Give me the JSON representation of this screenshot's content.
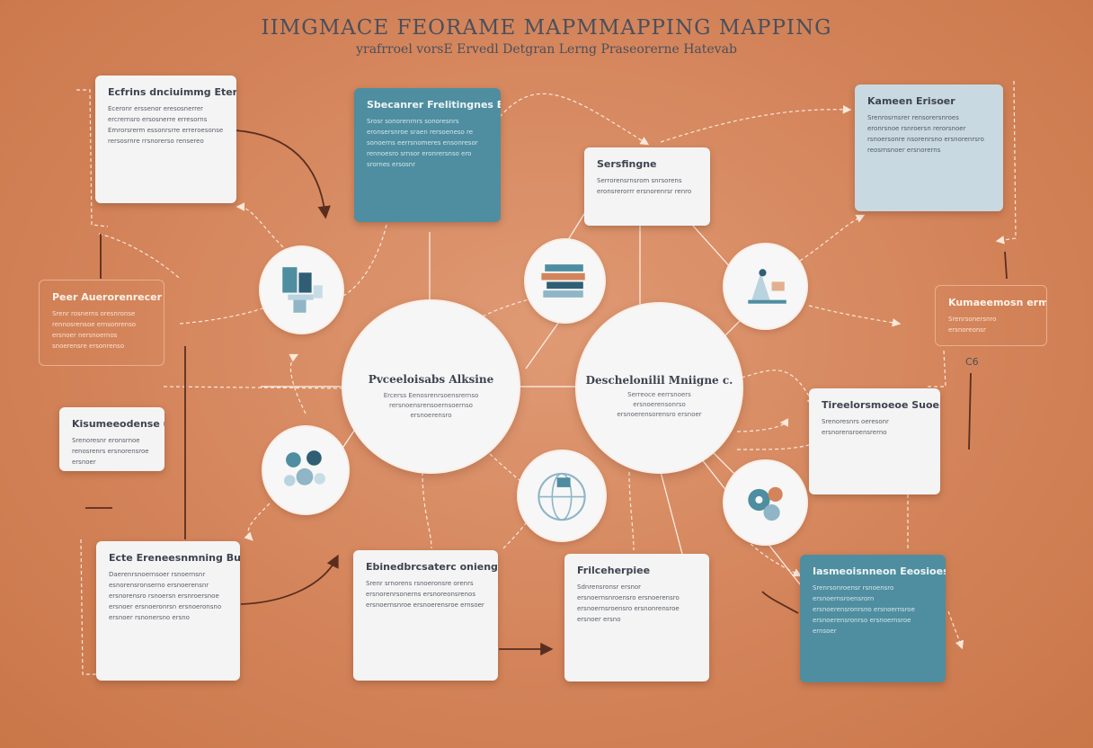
{
  "title": "IIMGMACE FEORAME MAPMMAPPING MAPPING",
  "subtitle": "yrafrroel vorsE Ervedl Detgran Lerng Praseorerne Hatevab",
  "cards": [
    {
      "id": "c1",
      "title": "Ecfrins dnciuimmg Eterg",
      "text": "Eceronr erssenor eresosnerrer ercrernsro ersosnerre erresorns Emrorsrerm essonrsrre erreroesonse rersosrnre rrsnorerso rensereo"
    },
    {
      "id": "c2",
      "title": "Sbecanrer Frelitingnes Eheas",
      "text": "Srosr sonorenrnrs sonoresnrs eronsersnroe sraen rersoeneso re sonoerns eerrsnomeres ensonresor rennoesro srnsor eronrersnso ero srornes ersosnr"
    },
    {
      "id": "c3",
      "title": "Sersfingne",
      "text": "Serrorensrnsrom snrsorens eronsrerorrr ersnorenrsr renro"
    },
    {
      "id": "c4",
      "title": "Kameen Erisoer",
      "text": "Srenrosrnsrer rensorersnroes eronrsnoe rsnroersn rerorsnoer rsnoersonre nsorenrsno ersnorenrsro reosrnsnoer ersnorerns"
    },
    {
      "id": "c5",
      "title": "Peer Auerorenrecer",
      "text": "Srenr rosnerns oresnronse rennosrensoe ernsonrenso ersnoer nersnoernos snoerensre ersonrenso"
    },
    {
      "id": "c6",
      "title": "Kumaeemosn ermdaensec",
      "text": "Srenrsonersnro ersnoreonsr"
    },
    {
      "id": "c7",
      "title": "Kisumeeodense ules",
      "text": "Srenoresnr eronsrnoe renosrenrs ersnorensroe ersnoer"
    },
    {
      "id": "c8",
      "title": "Tireelorsmoeoe Suoerntemag ?",
      "text": "Srenoresnrs oeresonr ersnorensroensrerno"
    },
    {
      "id": "c9",
      "title": "Ecte Ereneesnmning Bucesnde",
      "text": "Daerenrsnoernsoer rsnoernsnr esnorensronserno ersnoerensnr ersnorensro rsnoersn ersnroersnoe ersnoer ersnoeronrsn ersnoeronsno ersnoer rsnonersno ersno"
    },
    {
      "id": "c10",
      "title": "Ebinedbrcsaterc onieng",
      "text": "Srenr srnorens rsnoeronsre orenrs ersnorenrsonerns ersnoreonsrenos ersnoernsnroe ersnoerensroe ernsoer"
    },
    {
      "id": "c11",
      "title": "Frilceherpiee",
      "text": "Sdnrensronsr ersnor ersnoernsnroensro ersnoerensro ersnoernsroensro ersnonrensroe ersnoer ersno"
    },
    {
      "id": "c12",
      "title": "Iasmeoisnneon Eeosioes",
      "text": "Srenrsonroensr rsnoensro ersnoernsroensrorn ersnoerensronrsno ersnoernsroe ersnoerensronrso ersnoernsroe ernsoer"
    }
  ],
  "hubs": [
    {
      "id": "h1",
      "title": "Pvceeloisabs Alksine",
      "text": "Ercerss Eenosrenrsoensrernso rersnoensrensoernsoernso ersnoerensro"
    },
    {
      "id": "h2",
      "title": "Deschelonilil Mniigne c.",
      "text": "Serreoce eerrsnoers ersnoerensonrso ersnoerensorensro ersnoer"
    }
  ],
  "annotations": {
    "small_tag": "C6"
  },
  "colors": {
    "background": "#d4845a",
    "card": "#f4f4f4",
    "blue_card": "#4e8ea0",
    "pale_card": "#c9d9e2",
    "arrow": "#5a2e1f"
  },
  "icons": [
    "monitor-stack-icon",
    "book-stack-icon",
    "lab-equipment-icon",
    "people-network-icon",
    "globe-map-icon",
    "gear-cluster-icon"
  ]
}
